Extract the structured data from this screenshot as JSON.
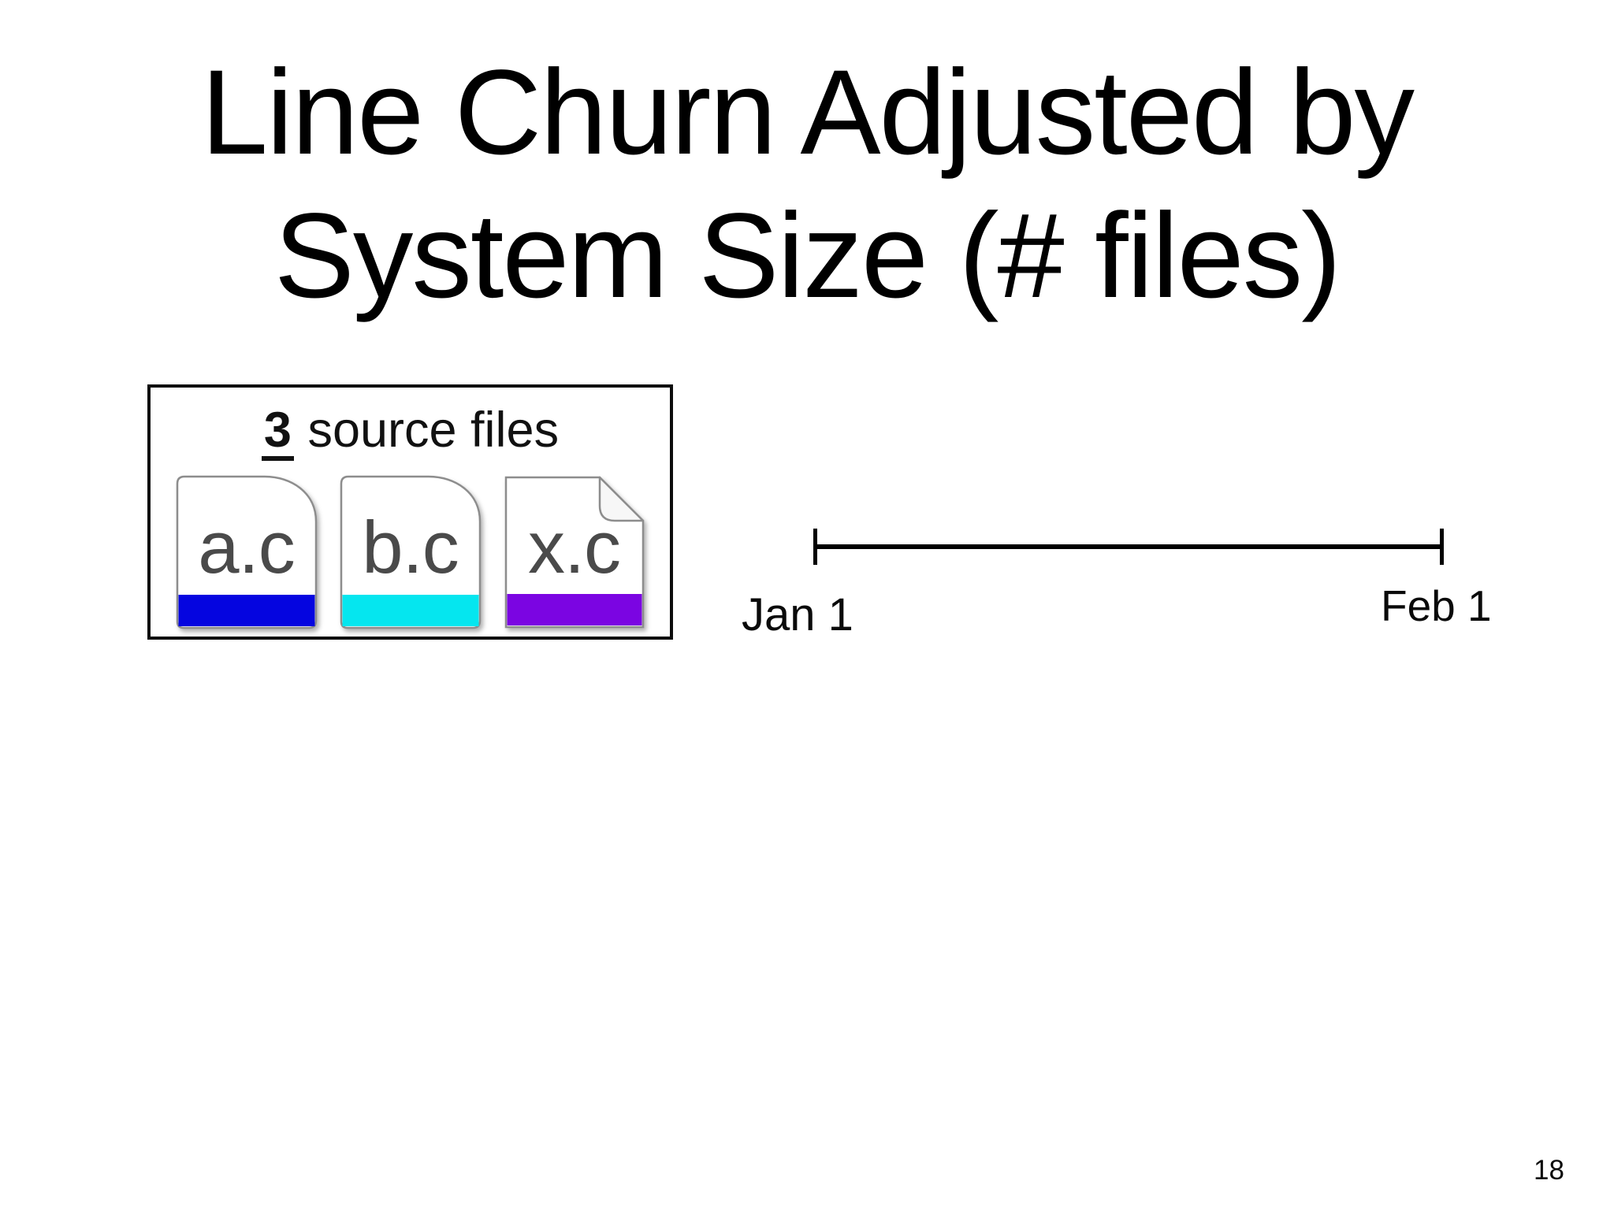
{
  "slide": {
    "title_line1": "Line Churn Adjusted by",
    "title_line2": "System Size (# files)",
    "page_number": "18"
  },
  "files_box": {
    "count": "3",
    "label": " source files",
    "items": [
      {
        "name": "a.c",
        "color": "#0505e0"
      },
      {
        "name": "b.c",
        "color": "#05e6ef"
      },
      {
        "name": "x.c",
        "color": "#7b05e2"
      }
    ]
  },
  "timeline": {
    "start_label": "Jan 1",
    "end_label": "Feb 1"
  },
  "colors": {
    "file_a_bar": "#0505e0",
    "file_b_bar": "#05e6ef",
    "file_x_bar": "#7b05e2",
    "icon_outline": "#8d8d8d",
    "box_border": "#0d0d0d"
  }
}
